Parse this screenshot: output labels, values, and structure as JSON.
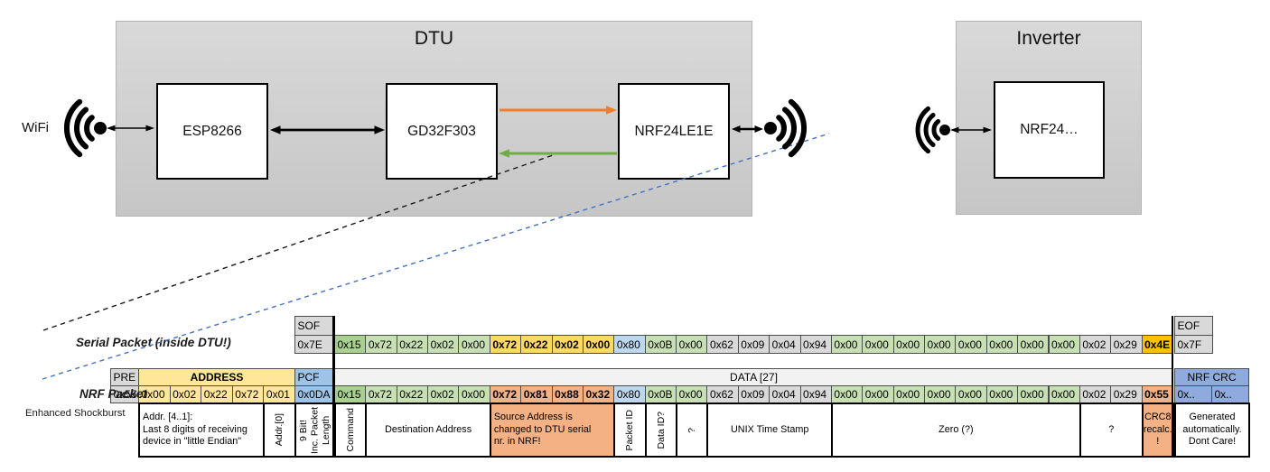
{
  "diagram": {
    "wifi_label": "WiFi",
    "dtu": {
      "title": "DTU",
      "components": [
        "ESP8266",
        "GD32F303",
        "NRF24LE1E"
      ]
    },
    "inverter": {
      "title": "Inverter",
      "component": "NRF24…"
    },
    "colors": {
      "orange_arrow": "#ED7D31",
      "green_arrow": "#70AD47",
      "blue_dashed": "#4472C4",
      "black_arrow": "#000000"
    }
  },
  "packet_table": {
    "serial": {
      "label": "Serial Packet (inside DTU!)",
      "sof": {
        "header": "SOF",
        "value": "0x7E"
      },
      "eof": {
        "header": "EOF",
        "value": "0x7F"
      },
      "bytes": [
        {
          "v": "0x15",
          "c": "green2"
        },
        {
          "v": "0x72",
          "c": "green"
        },
        {
          "v": "0x22",
          "c": "green"
        },
        {
          "v": "0x02",
          "c": "green"
        },
        {
          "v": "0x00",
          "c": "green"
        },
        {
          "v": "0x72",
          "c": "gold",
          "b": 1
        },
        {
          "v": "0x22",
          "c": "gold",
          "b": 1
        },
        {
          "v": "0x02",
          "c": "gold",
          "b": 1
        },
        {
          "v": "0x00",
          "c": "gold",
          "b": 1
        },
        {
          "v": "0x80",
          "c": "blue"
        },
        {
          "v": "0x0B",
          "c": "green"
        },
        {
          "v": "0x00",
          "c": "green"
        },
        {
          "v": "0x62",
          "c": "gray"
        },
        {
          "v": "0x09",
          "c": "gray"
        },
        {
          "v": "0x04",
          "c": "gray"
        },
        {
          "v": "0x94",
          "c": "gray"
        },
        {
          "v": "0x00",
          "c": "green"
        },
        {
          "v": "0x00",
          "c": "green"
        },
        {
          "v": "0x00",
          "c": "green"
        },
        {
          "v": "0x00",
          "c": "green"
        },
        {
          "v": "0x00",
          "c": "green"
        },
        {
          "v": "0x00",
          "c": "green"
        },
        {
          "v": "0x00",
          "c": "green"
        },
        {
          "v": "0x00",
          "c": "green"
        },
        {
          "v": "0x02",
          "c": "gray"
        },
        {
          "v": "0x29",
          "c": "gray"
        },
        {
          "v": "0x4E",
          "c": "orange",
          "b": 1
        }
      ]
    },
    "nrf": {
      "label": "NRF Packet",
      "sublabel": "Enhanced Shockburst",
      "pre": {
        "header": "PRE",
        "value": "0x55"
      },
      "address": {
        "header": "ADDRESS",
        "values": [
          "0x00",
          "0x02",
          "0x22",
          "0x72",
          "0x01"
        ]
      },
      "pcf": {
        "header": "PCF",
        "value": "0x0DA"
      },
      "data_header": "DATA [27]",
      "bytes": [
        {
          "v": "0x15",
          "c": "green2"
        },
        {
          "v": "0x72",
          "c": "green"
        },
        {
          "v": "0x22",
          "c": "green"
        },
        {
          "v": "0x02",
          "c": "green"
        },
        {
          "v": "0x00",
          "c": "green"
        },
        {
          "v": "0x72",
          "c": "salmon",
          "b": 1
        },
        {
          "v": "0x81",
          "c": "salmon",
          "b": 1
        },
        {
          "v": "0x88",
          "c": "salmon",
          "b": 1
        },
        {
          "v": "0x32",
          "c": "salmon",
          "b": 1
        },
        {
          "v": "0x80",
          "c": "blue"
        },
        {
          "v": "0x0B",
          "c": "green"
        },
        {
          "v": "0x00",
          "c": "green"
        },
        {
          "v": "0x62",
          "c": "gray"
        },
        {
          "v": "0x09",
          "c": "gray"
        },
        {
          "v": "0x04",
          "c": "gray"
        },
        {
          "v": "0x94",
          "c": "gray"
        },
        {
          "v": "0x00",
          "c": "green"
        },
        {
          "v": "0x00",
          "c": "green"
        },
        {
          "v": "0x00",
          "c": "green"
        },
        {
          "v": "0x00",
          "c": "green"
        },
        {
          "v": "0x00",
          "c": "green"
        },
        {
          "v": "0x00",
          "c": "green"
        },
        {
          "v": "0x00",
          "c": "green"
        },
        {
          "v": "0x00",
          "c": "green"
        },
        {
          "v": "0x02",
          "c": "gray"
        },
        {
          "v": "0x29",
          "c": "gray"
        },
        {
          "v": "0x55",
          "c": "salmon",
          "b": 1
        }
      ],
      "crc": {
        "header": "NRF CRC",
        "values": [
          "0x..",
          "0x.."
        ]
      }
    },
    "annotations": [
      {
        "text": "Addr. [4..1]:\nLast 8 digits of receiving\ndevice in \"little Endian\"",
        "align": "left"
      },
      {
        "text": "Addr.[0]",
        "vertical": true
      },
      {
        "text": "9 Bit!\nInc. Packet\nLength",
        "vertical": true
      },
      {
        "text": "Command",
        "vertical": true
      },
      {
        "text": "Destination Address"
      },
      {
        "text": "Source Address is\nchanged to DTU serial\nnr. in NRF!",
        "align": "left",
        "color": "salmon"
      },
      {
        "text": "Packet ID",
        "vertical": true
      },
      {
        "text": "Data ID?",
        "vertical": true
      },
      {
        "text": "?",
        "vertical": true
      },
      {
        "text": "UNIX Time Stamp"
      },
      {
        "text": "Zero (?)"
      },
      {
        "text": "?"
      },
      {
        "text": "CRC8\nrecalc.\n!",
        "color": "salmon"
      },
      {
        "text": "Generated\nautomatically.\nDont Care!"
      }
    ]
  }
}
